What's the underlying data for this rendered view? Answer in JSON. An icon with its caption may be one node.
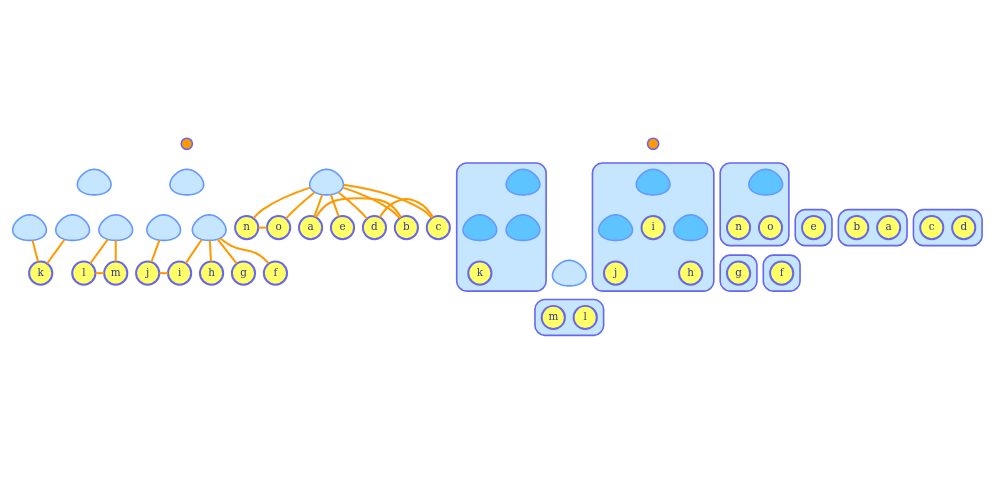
{
  "diagram": {
    "nodes": [
      {
        "text": [],
        "shape": "circle"
      },
      {
        "text": [],
        "shape": "blob"
      },
      {
        "text": [],
        "shape": "blob"
      },
      {
        "text": [],
        "shape": "blob"
      },
      {
        "text": [],
        "shape": "blob"
      },
      {
        "text": [],
        "shape": "blob"
      },
      {
        "text": [],
        "shape": "blob"
      },
      {
        "text": [],
        "shape": "blob"
      },
      {
        "text": [],
        "shape": "blob"
      },
      {
        "text": [
          "k"
        ]
      },
      {
        "text": [
          "l"
        ]
      },
      {
        "text": [
          "m"
        ]
      },
      {
        "text": [
          "j"
        ]
      },
      {
        "text": [
          "i"
        ]
      },
      {
        "text": [
          "n"
        ]
      },
      {
        "text": [
          "h"
        ]
      },
      {
        "text": [
          "o"
        ]
      },
      {
        "text": [
          "g"
        ]
      },
      {
        "text": [
          "f"
        ]
      },
      {
        "text": [
          "a"
        ]
      },
      {
        "text": [
          "e"
        ]
      },
      {
        "text": [
          "d"
        ]
      },
      {
        "text": [
          "b"
        ]
      },
      {
        "text": [
          "c"
        ]
      },
      {
        "text": [],
        "shape": "blob"
      },
      {
        "text": [
          "k"
        ],
        "in": 24
      },
      {
        "text": [],
        "shape": "blob",
        "in": 24
      },
      {
        "text": [],
        "shape": "blob",
        "in": 24
      },
      {
        "text": [],
        "shape": "blob",
        "in": 24
      },
      {
        "text": [],
        "shape": "blob"
      },
      {
        "text": [
          "l"
        ],
        "in": 29
      },
      {
        "text": [
          "m"
        ],
        "in": 29
      },
      {
        "text": [],
        "shape": "blob"
      },
      {
        "text": [],
        "shape": "blob"
      },
      {
        "text": [
          "j"
        ],
        "in": 33
      },
      {
        "text": [],
        "shape": "blob",
        "in": 33
      },
      {
        "text": [],
        "shape": "blob",
        "in": 33
      },
      {
        "text": [
          "i"
        ],
        "in": 33
      },
      {
        "text": [],
        "shape": "circle"
      },
      {
        "text": [
          "h"
        ],
        "in": 33
      },
      {
        "text": [],
        "shape": "blob",
        "in": 33
      },
      {
        "text": [],
        "shape": "blob"
      },
      {
        "text": [],
        "shape": "blob",
        "in": 41
      },
      {
        "text": [
          "n"
        ],
        "in": 41
      },
      {
        "text": [],
        "shape": "blob"
      },
      {
        "text": [
          "g"
        ],
        "in": 44
      },
      {
        "text": [
          "o"
        ],
        "in": 41
      },
      {
        "text": [],
        "shape": "blob"
      },
      {
        "text": [
          "f"
        ],
        "in": 47
      },
      {
        "text": [],
        "shape": "blob"
      },
      {
        "text": [
          "e"
        ],
        "in": 49
      },
      {
        "text": [],
        "shape": "blob"
      },
      {
        "text": [
          "a"
        ],
        "in": 51
      },
      {
        "text": [
          "b"
        ],
        "in": 51
      },
      {
        "text": [],
        "shape": "blob"
      },
      {
        "text": [
          "d"
        ],
        "in": 54
      },
      {
        "text": [
          "c"
        ],
        "in": 54
      }
    ],
    "edges": [
      {
        "from": 9,
        "to": 2,
        "arrow": "none"
      },
      {
        "from": 9,
        "to": 3,
        "arrow": "none"
      },
      {
        "from": 10,
        "to": 4,
        "arrow": "none"
      },
      {
        "from": 11,
        "to": 4,
        "arrow": "none"
      },
      {
        "from": 10,
        "to": 11,
        "arrow": "none"
      },
      {
        "from": 12,
        "to": 6,
        "arrow": "none"
      },
      {
        "from": 12,
        "to": 13,
        "arrow": "none"
      },
      {
        "from": 13,
        "to": 7,
        "arrow": "none"
      },
      {
        "from": 15,
        "to": 7,
        "arrow": "none"
      },
      {
        "from": 17,
        "to": 7,
        "arrow": "none"
      },
      {
        "from": 18,
        "to": 7,
        "arrow": "none"
      },
      {
        "from": 14,
        "to": 8,
        "arrow": "none"
      },
      {
        "from": 14,
        "to": 16,
        "arrow": "none"
      },
      {
        "from": 16,
        "to": 8,
        "arrow": "none"
      },
      {
        "from": 20,
        "to": 8,
        "arrow": "none"
      },
      {
        "from": 21,
        "to": 8,
        "arrow": "none"
      },
      {
        "from": 23,
        "to": 8,
        "arrow": "none"
      },
      {
        "from": 22,
        "to": 8,
        "arrow": "none"
      },
      {
        "from": 19,
        "to": 8,
        "arrow": "none"
      },
      {
        "from": 21,
        "to": 23,
        "arrow": "none"
      },
      {
        "from": 22,
        "to": 19,
        "arrow": "none"
      }
    ]
  }
}
